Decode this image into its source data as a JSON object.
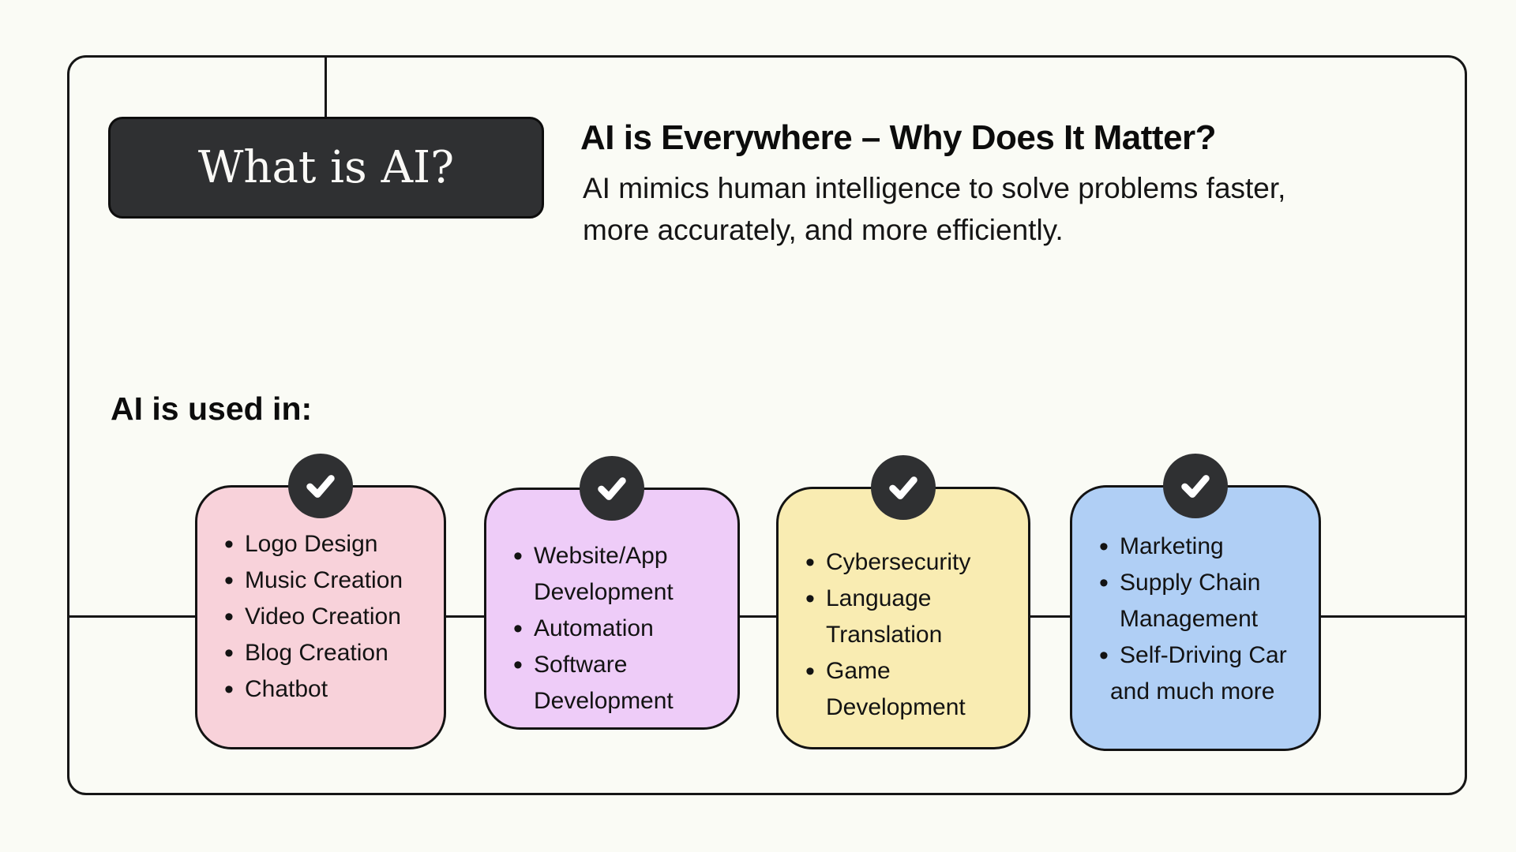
{
  "root": {
    "label": "What is AI?"
  },
  "intro": {
    "heading": "AI is Everywhere – Why Does It Matter?",
    "body_line1": "AI mimics human intelligence to solve problems faster,",
    "body_line2": "more accurately, and more efficiently."
  },
  "section": {
    "label": "AI is used in:"
  },
  "cards": [
    {
      "name": "creative",
      "color": "#f8d2da",
      "badge_icon": "check-icon",
      "items": [
        "Logo Design",
        "Music Creation",
        "Video Creation",
        "Blog Creation",
        "Chatbot"
      ]
    },
    {
      "name": "development",
      "color": "#eeccf8",
      "badge_icon": "check-icon",
      "items": [
        "Website/App Development",
        "Automation",
        "Software Development"
      ]
    },
    {
      "name": "security",
      "color": "#f9ecb2",
      "badge_icon": "check-icon",
      "items": [
        "Cybersecurity",
        "Language Translation",
        "Game Development"
      ]
    },
    {
      "name": "business",
      "color": "#b0cff5",
      "badge_icon": "check-icon",
      "items": [
        "Marketing",
        "Supply Chain Management",
        "Self-Driving Car"
      ],
      "footer": "and much more"
    }
  ],
  "colors": {
    "background": "#fafbf5",
    "line": "#161616",
    "node_fill": "#2f3032",
    "node_text": "#faf9f6",
    "badge_fill": "#2f3032",
    "badge_check": "#ffffff"
  }
}
